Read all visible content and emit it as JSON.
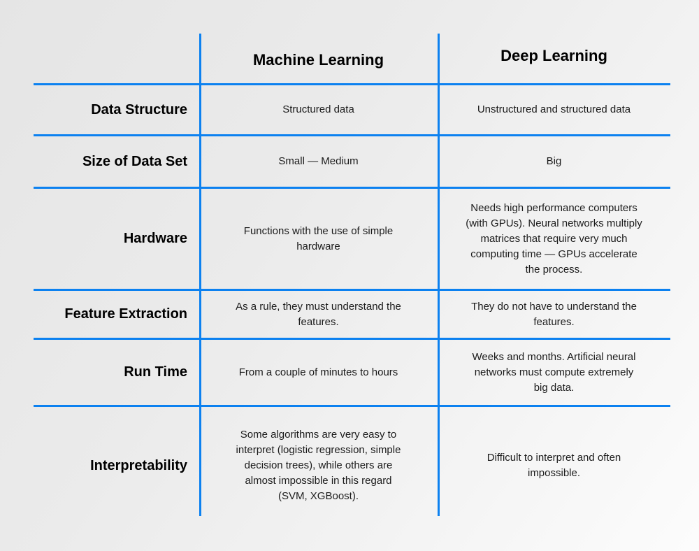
{
  "colors": {
    "line_blue": "#0c81f0",
    "label_text": "#000000",
    "body_text": "#1b1b1b"
  },
  "table": {
    "columns": [
      "Machine Learning",
      "Deep Learning"
    ],
    "rows": [
      {
        "label": "Data Structure",
        "ml": "Structured data",
        "dl": "Unstructured and structured data"
      },
      {
        "label": "Size of Data Set",
        "ml": "Small — Medium",
        "dl": "Big"
      },
      {
        "label": "Hardware",
        "ml": "Functions with the use of simple\nhardware",
        "dl": "Needs high performance computers\n(with GPUs). Neural networks multiply\nmatrices that require very much\ncomputing time — GPUs accelerate\nthe process."
      },
      {
        "label": "Feature Extraction",
        "ml": "As a rule, they must understand the\nfeatures.",
        "dl": "They do not have to understand the\nfeatures."
      },
      {
        "label": "Run Time",
        "ml": "From a couple of minutes to hours",
        "dl": "Weeks and months. Artificial neural\nnetworks must compute extremely\nbig data."
      },
      {
        "label": "Interpretability",
        "ml": "Some algorithms are very easy to\ninterpret (logistic regression, simple\ndecision trees), while others are\nalmost impossible in this regard\n(SVM, XGBoost).",
        "dl": "Difficult to interpret and often\nimpossible."
      }
    ]
  }
}
